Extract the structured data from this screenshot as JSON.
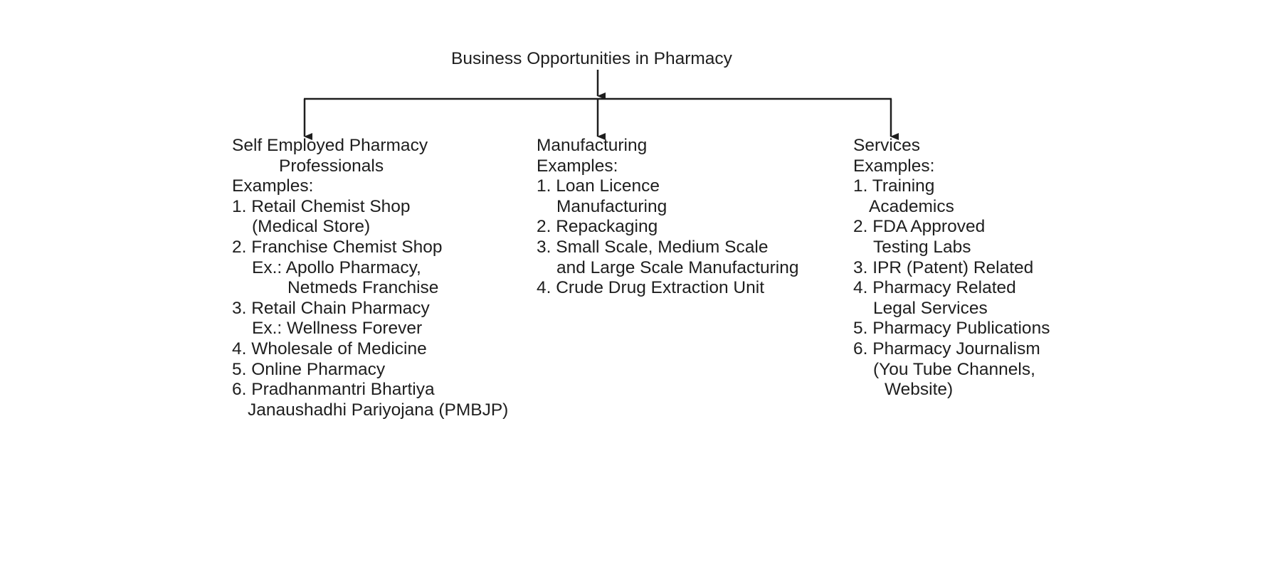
{
  "title": "Business Opportunities in Pharmacy",
  "columns": {
    "self": {
      "heading_1": "Self Employed Pharmacy",
      "heading_2": "Professionals",
      "examples": "Examples:",
      "lines": [
        "1. Retail Chemist Shop",
        "(Medical Store)",
        "2. Franchise Chemist Shop",
        "Ex.: Apollo Pharmacy,",
        "Netmeds Franchise",
        "3. Retail Chain Pharmacy",
        "Ex.: Wellness Forever",
        "4. Wholesale of Medicine",
        "5. Online Pharmacy",
        "6. Pradhanmantri Bhartiya",
        "Janaushadhi Pariyojana (PMBJP)"
      ]
    },
    "manufacturing": {
      "heading": "Manufacturing",
      "examples": "Examples:",
      "lines": [
        "1. Loan Licence",
        "Manufacturing",
        "2. Repackaging",
        "3. Small Scale, Medium Scale",
        "and Large Scale Manufacturing",
        "4. Crude Drug Extraction Unit"
      ]
    },
    "services": {
      "heading": "Services",
      "examples": "Examples:",
      "lines": [
        "1. Training",
        "Academics",
        "2. FDA Approved",
        "Testing Labs",
        "3. IPR (Patent) Related",
        "4. Pharmacy Related",
        "Legal Services",
        "5. Pharmacy Publications",
        "6. Pharmacy Journalism",
        "(You Tube Channels,",
        "Website)"
      ]
    }
  }
}
